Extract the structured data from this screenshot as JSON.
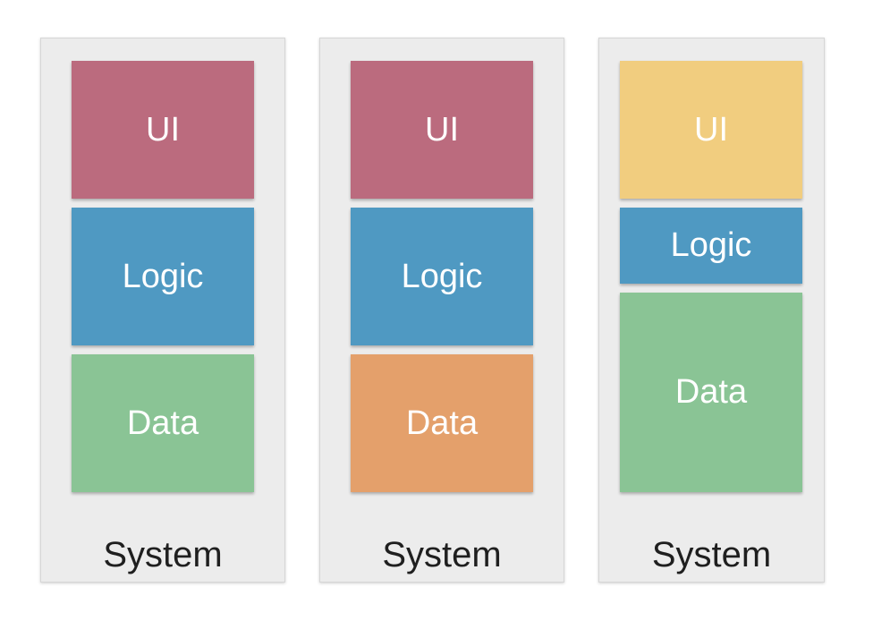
{
  "systems": [
    {
      "label": "System",
      "layers": [
        {
          "label": "UI",
          "color": "#bb6b7e"
        },
        {
          "label": "Logic",
          "color": "#4f99c2"
        },
        {
          "label": "Data",
          "color": "#8ac495"
        }
      ]
    },
    {
      "label": "System",
      "layers": [
        {
          "label": "UI",
          "color": "#bb6b7e"
        },
        {
          "label": "Logic",
          "color": "#4f99c2"
        },
        {
          "label": "Data",
          "color": "#e4a06b"
        }
      ]
    },
    {
      "label": "System",
      "layers": [
        {
          "label": "UI",
          "color": "#f1cd7f"
        },
        {
          "label": "Logic",
          "color": "#4f99c2"
        },
        {
          "label": "Data",
          "color": "#8ac495"
        }
      ]
    }
  ]
}
